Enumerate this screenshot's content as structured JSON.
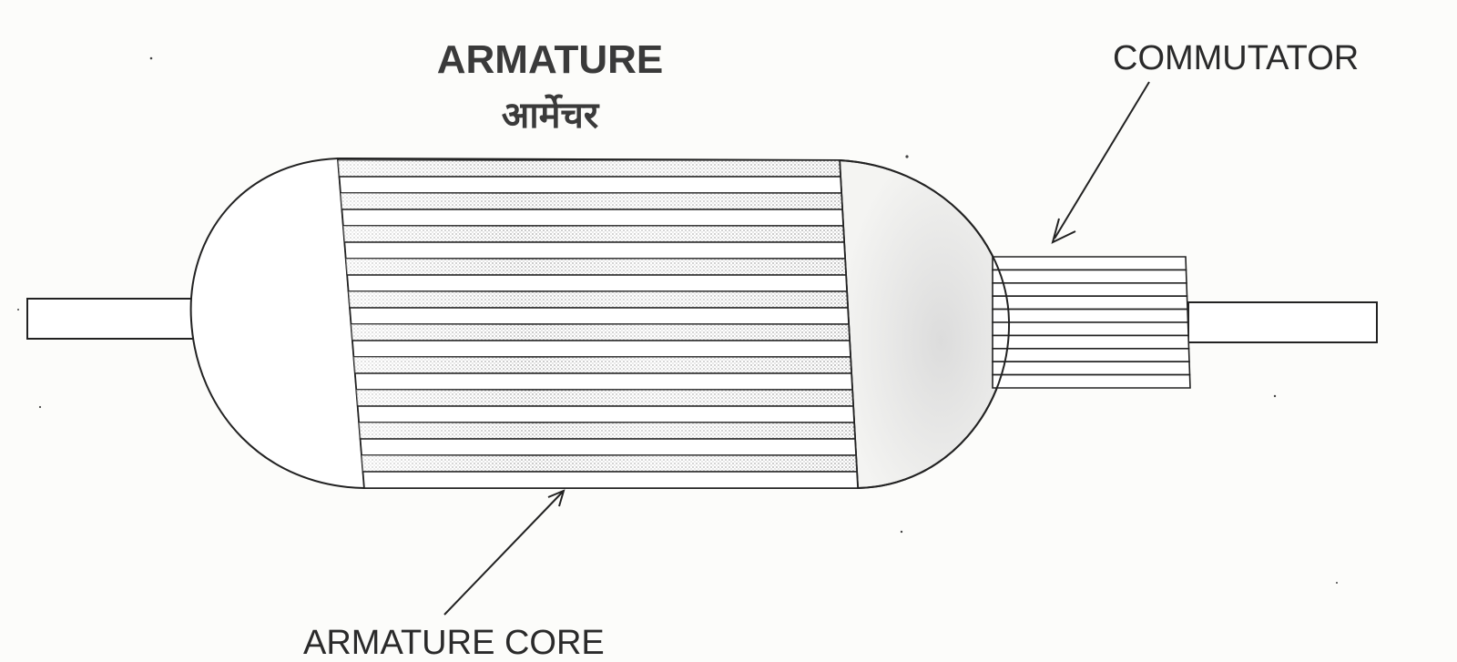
{
  "diagram": {
    "title_en": "ARMATURE",
    "title_hi": "आर्मेचर",
    "labels": {
      "commutator": "COMMUTATOR",
      "armature_core": "ARMATURE CORE"
    },
    "armature_core_lamination_count": 20,
    "commutator_segment_count": 10,
    "colors": {
      "ink": "#222222",
      "paper": "#fcfcfa",
      "shading": "#b8b8b8"
    }
  }
}
